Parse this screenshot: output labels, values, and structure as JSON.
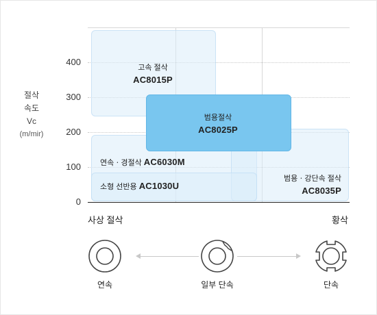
{
  "chart_data": {
    "type": "diagram",
    "ylabel_lines": [
      "절삭",
      "속도",
      "Vc"
    ],
    "ylabel_unit": "(m/mir)",
    "y_ticks": [
      "400",
      "300",
      "200",
      "100",
      "0"
    ],
    "x_left_label": "사상 절삭",
    "x_right_label": "황삭",
    "regions": [
      {
        "desc": "고속 절삭",
        "code": "AC8015P"
      },
      {
        "desc": "범용절삭",
        "code": "AC8025P"
      },
      {
        "desc": "연속ㆍ경절삭",
        "code": "AC6030M"
      },
      {
        "desc": "소형 선반용",
        "code": "AC1030U"
      },
      {
        "desc": "범용ㆍ강단속 절삭",
        "code": "AC8035P"
      }
    ]
  },
  "cut_types": [
    {
      "label": "연속"
    },
    {
      "label": "일부 단속"
    },
    {
      "label": "단속"
    }
  ]
}
